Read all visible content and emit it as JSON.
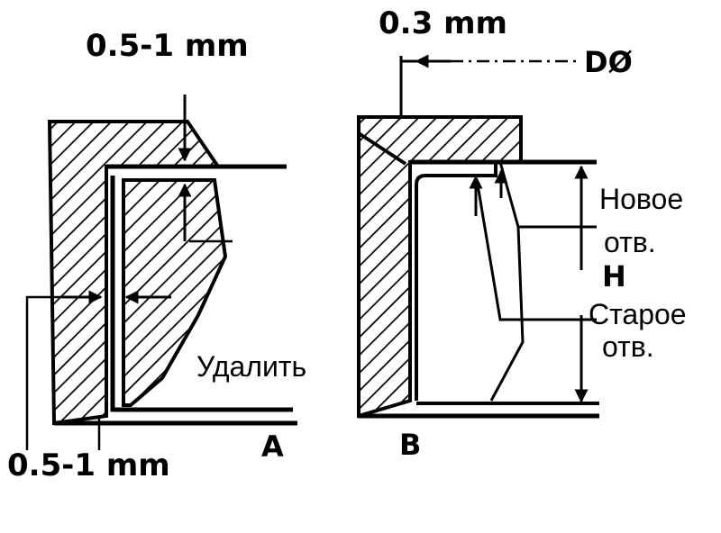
{
  "labels": {
    "dim_top_a": "0.5-1 mm",
    "dim_bottom_a": "0.5-1 mm",
    "remove": "Удалить",
    "panel_a": "A",
    "dim_top_b": "0.3 mm",
    "diameter": "DØ",
    "new_hole_1": "Новое",
    "new_hole_2": "отв.",
    "height": "H",
    "old_hole_1": "Старое",
    "old_hole_2": "отв.",
    "panel_b": "B"
  },
  "colors": {
    "ink": "#000000",
    "background": "#ffffff"
  }
}
